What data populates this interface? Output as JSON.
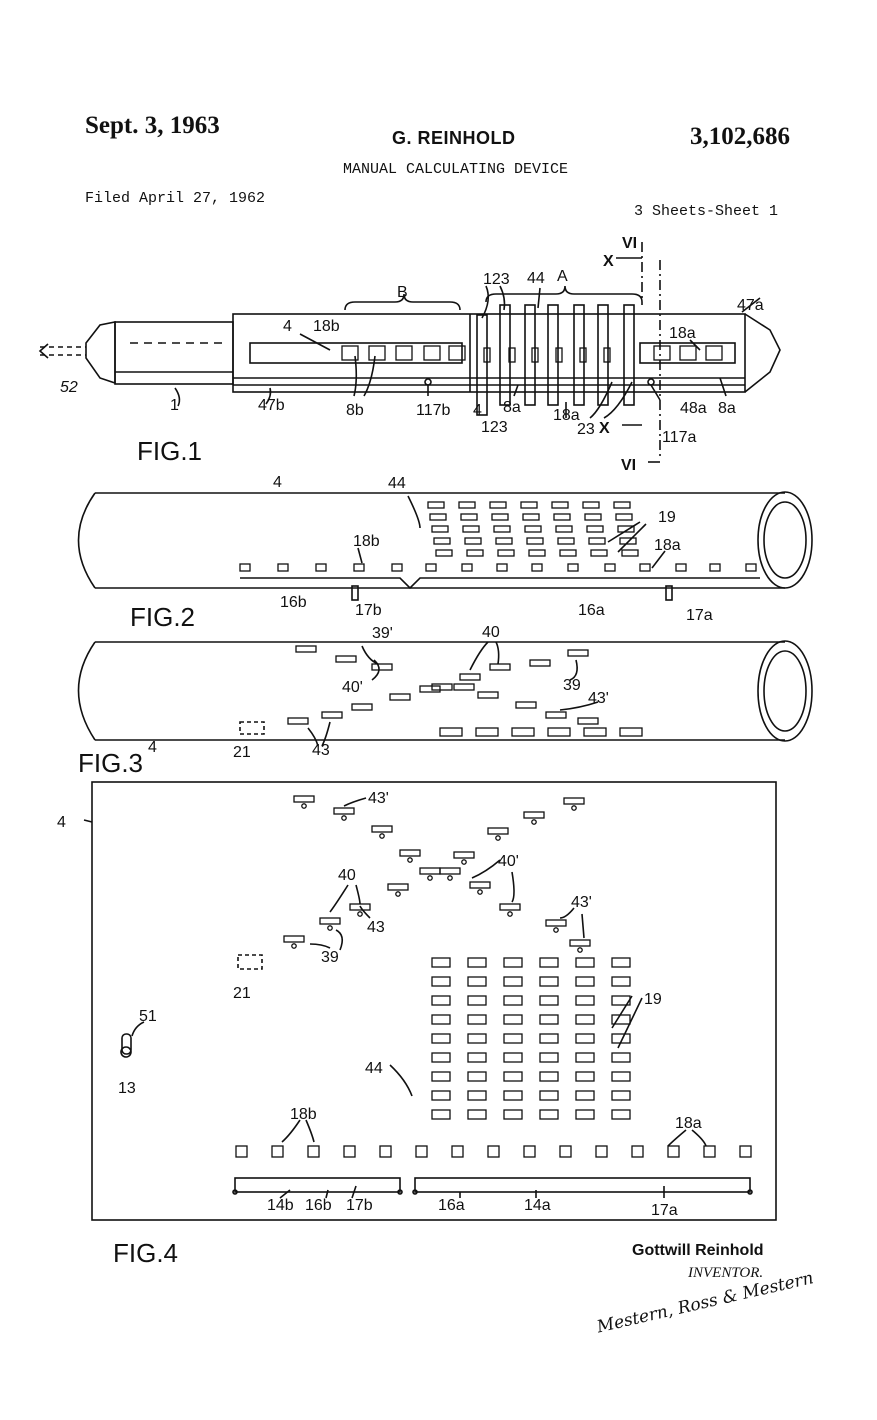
{
  "header": {
    "date": "Sept. 3, 1963",
    "inventor": "G. REINHOLD",
    "patent_number": "3,102,686",
    "title": "MANUAL CALCULATING DEVICE",
    "filed": "Filed April 27, 1962",
    "sheets": "3 Sheets-Sheet 1"
  },
  "figures": {
    "fig1": {
      "caption": "FIG.1",
      "labels": {
        "B": "B",
        "A": "A",
        "s123a": "123",
        "s44": "44",
        "s47a": "47a",
        "s4": "4",
        "s18b": "18b",
        "s18a": "18a",
        "s52": "52",
        "s1": "1",
        "s47b": "47b",
        "s8b": "8b",
        "s117b": "117b",
        "s4b": "4",
        "s8a": "8a",
        "s18a2": "18a",
        "s48a": "48a",
        "s8a2": "8a",
        "s123b": "123",
        "s23": "23",
        "X1": "X",
        "X2": "X",
        "VI1": "VI",
        "VI2": "VI",
        "s117a": "117a"
      }
    },
    "fig2": {
      "caption": "FIG.2",
      "labels": {
        "s4": "4",
        "s44": "44",
        "s19": "19",
        "s18b": "18b",
        "s18a": "18a",
        "s16b": "16b",
        "s17b": "17b",
        "s16a": "16a",
        "s17a": "17a"
      }
    },
    "fig3": {
      "caption": "FIG.3",
      "labels": {
        "s4": "4",
        "s39p": "39'",
        "s40": "40",
        "s40p": "40'",
        "s39": "39",
        "s43p": "43'",
        "s21": "21",
        "s43": "43"
      }
    },
    "fig4": {
      "caption": "FIG.4",
      "labels": {
        "s4": "4",
        "s43p1": "43'",
        "s40p": "40'",
        "s40": "40",
        "s43p2": "43'",
        "s43": "43",
        "s39": "39",
        "s21": "21",
        "s51": "51",
        "s13": "13",
        "s19": "19",
        "s44": "44",
        "s18b": "18b",
        "s18a": "18a",
        "s14b": "14b",
        "s16b": "16b",
        "s17b": "17b",
        "s16a": "16a",
        "s14a": "14a",
        "s17a": "17a"
      }
    }
  },
  "signature": {
    "name": "Gottwill Reinhold",
    "role": "INVENTOR.",
    "attorneys": "Mestern, Ross & Mestern"
  }
}
